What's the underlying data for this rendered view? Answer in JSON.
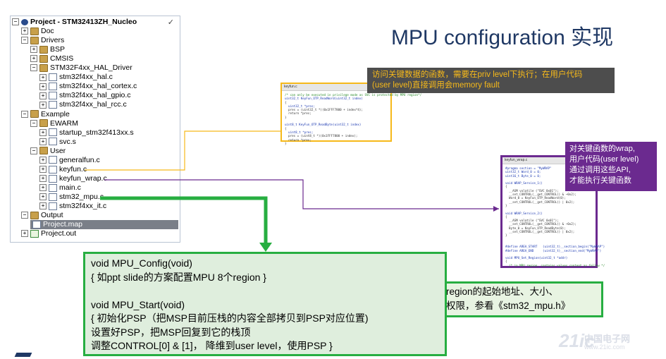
{
  "slide": {
    "title": "MPU configuration 实现"
  },
  "tree": {
    "root_label": "Project - STM32413ZH_Nucleo",
    "check_mark": "✓",
    "items": [
      {
        "label": "Doc",
        "kind": "folder",
        "level": 1,
        "exp": "+"
      },
      {
        "label": "Drivers",
        "kind": "folder",
        "level": 1,
        "exp": "−"
      },
      {
        "label": "BSP",
        "kind": "folder",
        "level": 2,
        "exp": "+"
      },
      {
        "label": "CMSIS",
        "kind": "folder",
        "level": 2,
        "exp": "+"
      },
      {
        "label": "STM32F4xx_HAL_Driver",
        "kind": "folder",
        "level": 2,
        "exp": "−"
      },
      {
        "label": "stm32f4xx_hal.c",
        "kind": "file",
        "level": 3,
        "exp": "+"
      },
      {
        "label": "stm32f4xx_hal_cortex.c",
        "kind": "file",
        "level": 3,
        "exp": "+"
      },
      {
        "label": "stm32f4xx_hal_gpio.c",
        "kind": "file",
        "level": 3,
        "exp": "+"
      },
      {
        "label": "stm32f4xx_hal_rcc.c",
        "kind": "file",
        "level": 3,
        "exp": "+"
      },
      {
        "label": "Example",
        "kind": "folder",
        "level": 1,
        "exp": "−"
      },
      {
        "label": "EWARM",
        "kind": "folder",
        "level": 2,
        "exp": "−"
      },
      {
        "label": "startup_stm32f413xx.s",
        "kind": "file",
        "level": 3,
        "exp": "+"
      },
      {
        "label": "svc.s",
        "kind": "file",
        "level": 3,
        "exp": "+"
      },
      {
        "label": "User",
        "kind": "folder",
        "level": 2,
        "exp": "−"
      },
      {
        "label": "generalfun.c",
        "kind": "file",
        "level": 3,
        "exp": "+"
      },
      {
        "label": "keyfun.c",
        "kind": "file",
        "level": 3,
        "exp": "+"
      },
      {
        "label": "keyfun_wrap.c",
        "kind": "file",
        "level": 3,
        "exp": "+"
      },
      {
        "label": "main.c",
        "kind": "file",
        "level": 3,
        "exp": "+"
      },
      {
        "label": "stm32_mpu.c",
        "kind": "file",
        "level": 3,
        "exp": "+"
      },
      {
        "label": "stm32f4xx_it.c",
        "kind": "file",
        "level": 3,
        "exp": "+"
      },
      {
        "label": "Output",
        "kind": "folder",
        "level": 1,
        "exp": "−"
      },
      {
        "label": "Project.map",
        "kind": "file",
        "level": 2,
        "exp": "",
        "selected": true
      },
      {
        "label": "Project.out",
        "kind": "file-out",
        "level": 1,
        "exp": "+"
      }
    ]
  },
  "callouts": {
    "orange": [
      "访问关键数据的函数，需要在priv level下执行；在用户代码",
      "(user level)直接调用会memory fault"
    ],
    "purple": [
      "对关键函数的wrap,",
      "用户代码(user level)",
      "通过调用这些API,",
      "才能执行关键函数"
    ],
    "green_small": [
      "每个region的起始地址、大小、",
      "访问权限，参看《stm32_mpu.h》"
    ],
    "green_big": [
      "void MPU_Config(void)",
      "{ 如ppt slide的方案配置MPU 8个region }",
      "",
      "void MPU_Start(void)",
      "{ 初始化PSP（把MSP目前压栈的内容全部拷贝到PSP对应位置)",
      "   设置好PSP，把MSP回复到它的栈顶",
      "   调整CONTROL[0] & [1]， 降维到user level，使用PSP }"
    ]
  },
  "thumb1": {
    "tab": "keyfun.c",
    "lines": [
      "/* can only be executed in privilege mode as SVC is protected by MPU region*/",
      "uint32_t KeyFun_OTP_ReadWord(uint32_t index)",
      "{",
      "  uint32_t *pres;",
      "  pres = (uint32_t *)(0x1FFF7800 + index*4);",
      "  return *pres;",
      "}",
      "",
      "uint8_t KeyFun_OTP_ReadByte(uint32_t index)",
      "{",
      "  uint8_t *pres;",
      "  pres = (uint8_t *)(0x1FFF7800 + index);",
      "  return *pres;",
      "}"
    ]
  },
  "thumb2": {
    "tab": "keyfun_wrap.c",
    "lines": [
      "#pragma section = \"MyWRAP\"",
      "uint32_t Word_0 = 0;",
      "uint16_t Byte_0 = 0;",
      "",
      "void WRAP_Service_1()",
      "{",
      "  __ASM volatile (\"SVC 0x01\");",
      "  __set_CONTROL(__get_CONTROL() & ~0x2);",
      "  Word_0 = KeyFun_OTP_ReadWord(0);",
      "  __set_CONTROL(__get_CONTROL() | 0x2);",
      "}",
      "",
      "void WRAP_Service_2()",
      "{",
      "  __ASM volatile (\"SVC 0x01\");",
      "  __set_CONTROL(__get_CONTROL() & ~0x2);",
      "  Byte_0 = KeyFun_OTP_ReadByte(0);",
      "  __set_CONTROL(__get_CONTROL() | 0x2);",
      "}",
      "",
      "",
      "#define AREA_START   (uint32_t)__section_begin(\"MyWRAP\")",
      "#define AREA_END     (uint32_t)__section_end(\"MyWRAP\")",
      "",
      "void MPU_Set_Region(uint32_t *addr)",
      "{",
      "  /* in MPU region, contains values content as follow */"
    ]
  },
  "watermark": {
    "logo": "21ic",
    "text": "中国电子网",
    "url": "www.21ic.com"
  },
  "colors": {
    "title": "#1f3864",
    "orange": "#f6b91a",
    "purple": "#6b2a8f",
    "green": "#27ae41"
  }
}
